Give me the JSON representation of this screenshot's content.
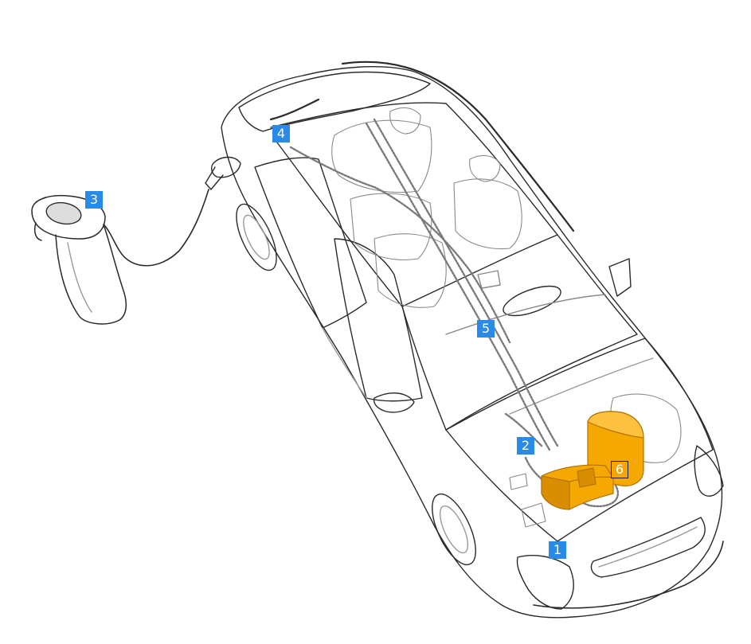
{
  "diagram": {
    "colors": {
      "line": "#2a2a2a",
      "light_line": "#9a9a9a",
      "callout_blue": "#2a8ae8",
      "battery_orange": "#f5a800",
      "battery_dark": "#d98e00"
    },
    "callouts": [
      {
        "id": "1",
        "text": "1"
      },
      {
        "id": "2",
        "text": "2"
      },
      {
        "id": "3",
        "text": "3"
      },
      {
        "id": "4",
        "text": "4"
      },
      {
        "id": "5",
        "text": "5"
      },
      {
        "id": "6",
        "text": "6"
      }
    ]
  }
}
